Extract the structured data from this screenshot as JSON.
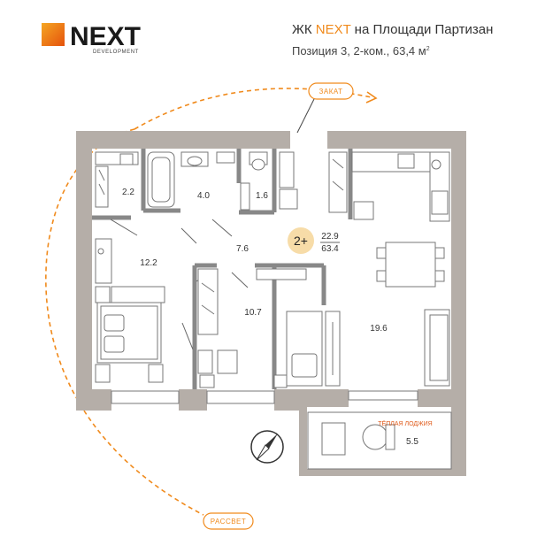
{
  "brand": {
    "name": "NEXT",
    "sub": "DEVELOPMENT",
    "accent": "#f08a1c"
  },
  "header": {
    "prefix": "ЖК",
    "project": "NEXT",
    "suffix": "на Площади Партизан",
    "details": "Позиция 3, 2-ком., 63,4 м",
    "unit_sup": "2"
  },
  "badge": {
    "rooms": "2+",
    "living": "22.9",
    "total": "63.4"
  },
  "rooms": {
    "wardrobe": "2.2",
    "bath": "4.0",
    "wc": "1.6",
    "hall": "7.6",
    "bedroom": "12.2",
    "kids": "10.7",
    "kitchen_living": "19.6",
    "loggia": "5.5",
    "loggia_label": "ТЁПЛАЯ ЛОДЖИЯ"
  },
  "directions": {
    "sunset": "ЗАКАТ",
    "sunrise": "РАССВЕТ"
  },
  "colors": {
    "wall": "#b5aea8",
    "line": "#7a7a7a",
    "accent": "#f08a1c",
    "badge": "#f7dca8"
  }
}
